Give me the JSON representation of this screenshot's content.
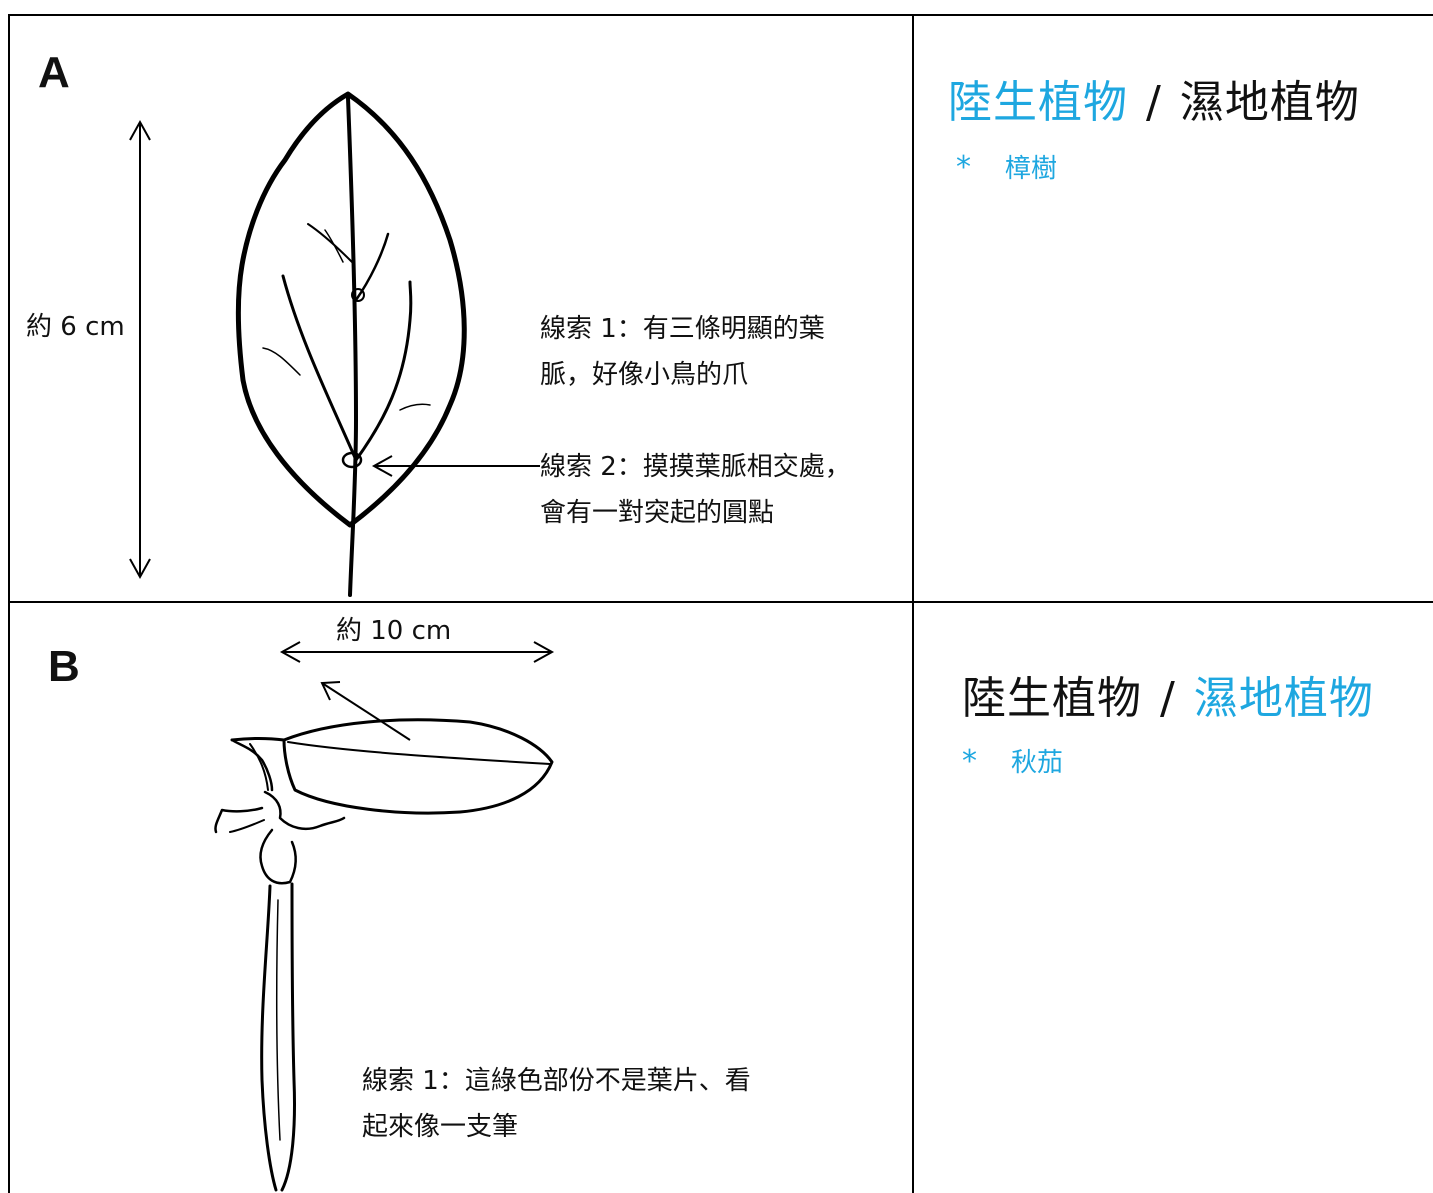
{
  "colors": {
    "highlight": "#1ea7e0",
    "ink": "#111111"
  },
  "panel_a": {
    "letter": "A",
    "height_label": "約 6 cm",
    "clue1": "線索 1：有三條明顯的葉脈，好像小鳥的爪",
    "clue2": "線索 2：摸摸葉脈相交處，會有一對突起的圓點",
    "category_terrestrial": "陸生植物",
    "category_sep": "/",
    "category_wetland": "濕地植物",
    "highlighted_category": "terrestrial",
    "answer_bullet": "*",
    "answer": "樟樹"
  },
  "panel_b": {
    "letter": "B",
    "width_label": "約 10 cm",
    "clue1": "線索 1：這綠色部份不是葉片、看起來像一支筆",
    "category_terrestrial": "陸生植物",
    "category_sep": "/",
    "category_wetland": "濕地植物",
    "highlighted_category": "wetland",
    "answer_bullet": "*",
    "answer": "秋茄"
  }
}
